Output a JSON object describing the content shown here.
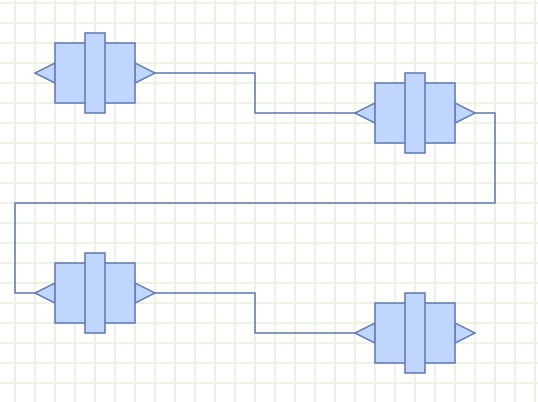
{
  "diagram": {
    "colors": {
      "background": "#ffffff",
      "grid": "#edf3e3",
      "fill": "#c0d6ff",
      "stroke": "#5c77b1"
    },
    "shapes": [
      {
        "id": "component-1",
        "icon": "connector-block-icon"
      },
      {
        "id": "component-2",
        "icon": "connector-block-icon"
      },
      {
        "id": "component-3",
        "icon": "connector-block-icon"
      },
      {
        "id": "component-4",
        "icon": "connector-block-icon"
      }
    ],
    "connectors": [
      {
        "from": "component-1",
        "to": "component-2"
      },
      {
        "from": "component-2",
        "to": "component-3"
      },
      {
        "from": "component-3",
        "to": "component-4"
      }
    ]
  }
}
